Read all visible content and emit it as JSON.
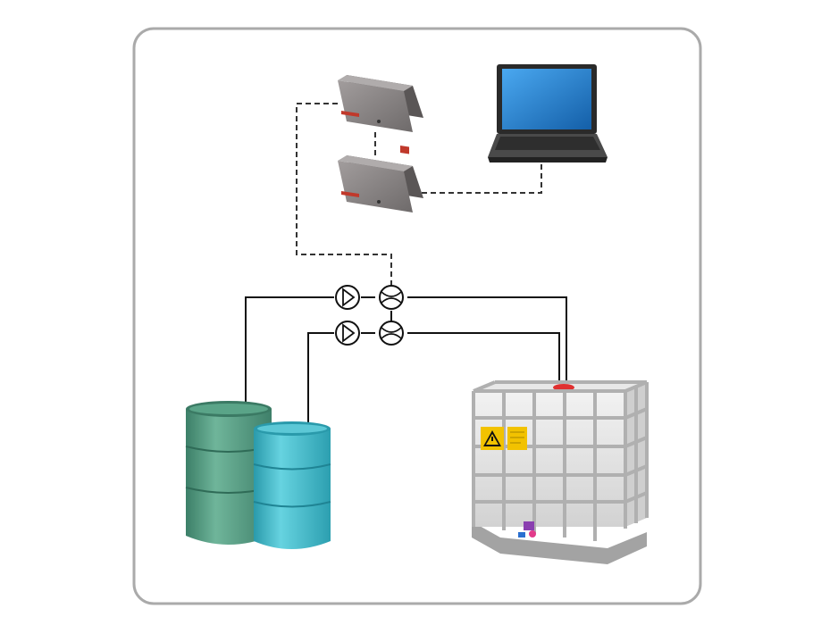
{
  "diagram": {
    "frame": "rounded-rectangle-border",
    "nodes": [
      {
        "id": "controller-top",
        "kind": "control-unit",
        "icon": "controller-box-icon"
      },
      {
        "id": "controller-bottom",
        "kind": "control-unit",
        "icon": "controller-box-icon"
      },
      {
        "id": "laptop",
        "kind": "computer",
        "icon": "laptop-icon"
      },
      {
        "id": "pump-1",
        "kind": "pump",
        "icon": "pump-symbol-icon"
      },
      {
        "id": "pump-2",
        "kind": "pump",
        "icon": "pump-symbol-icon"
      },
      {
        "id": "flowmeter-1",
        "kind": "flow-meter",
        "icon": "flowmeter-symbol-icon"
      },
      {
        "id": "flowmeter-2",
        "kind": "flow-meter",
        "icon": "flowmeter-symbol-icon"
      },
      {
        "id": "drum-green",
        "kind": "drum",
        "icon": "drum-icon"
      },
      {
        "id": "drum-cyan",
        "kind": "drum",
        "icon": "drum-icon"
      },
      {
        "id": "ibc-tank",
        "kind": "ibc-container",
        "icon": "ibc-tank-icon"
      }
    ],
    "connections": [
      {
        "from": "controller-top",
        "to": "controller-bottom",
        "style": "dashed",
        "type": "signal"
      },
      {
        "from": "controller-bottom",
        "to": "laptop",
        "style": "dashed",
        "type": "signal"
      },
      {
        "from": "controller-top",
        "to": "flowmeter-1",
        "style": "dashed",
        "type": "signal"
      },
      {
        "from": "drum-green",
        "to": "ibc-tank",
        "via": [
          "pump-1",
          "flowmeter-1"
        ],
        "style": "solid",
        "type": "pipe"
      },
      {
        "from": "drum-cyan",
        "to": "ibc-tank",
        "via": [
          "pump-2",
          "flowmeter-2"
        ],
        "style": "solid",
        "type": "pipe"
      }
    ],
    "colors": {
      "frame": "#a9a9a9",
      "signal_line": "#333333",
      "pipe": "#111111",
      "controller_body": "#8e8a8a",
      "controller_accent": "#c0392b",
      "laptop_screen": "#1e7fd0",
      "drum_green": "#4f9a80",
      "drum_cyan": "#3fb8c9",
      "ibc_cage": "#b8b8b8",
      "ibc_cap": "#e03030",
      "warning_label": "#f2c200"
    }
  }
}
